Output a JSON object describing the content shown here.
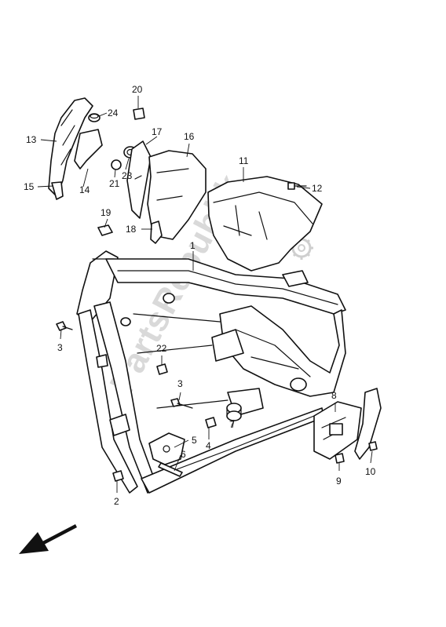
{
  "watermark": "PartsRepublik",
  "callouts": {
    "c1": "1",
    "c2": "2",
    "c3a": "3",
    "c3b": "3",
    "c4": "4",
    "c5": "5",
    "c6": "6",
    "c7": "7",
    "c8": "8",
    "c9": "9",
    "c10": "10",
    "c11": "11",
    "c12": "12",
    "c13": "13",
    "c14": "14",
    "c15": "15",
    "c16": "16",
    "c17": "17",
    "c18": "18",
    "c19": "19",
    "c20": "20",
    "c21": "21",
    "c22": "22",
    "c23": "23",
    "c24": "24"
  },
  "icons": {
    "front_direction": "front-arrow-icon",
    "logo": "gear-logo-icon"
  }
}
